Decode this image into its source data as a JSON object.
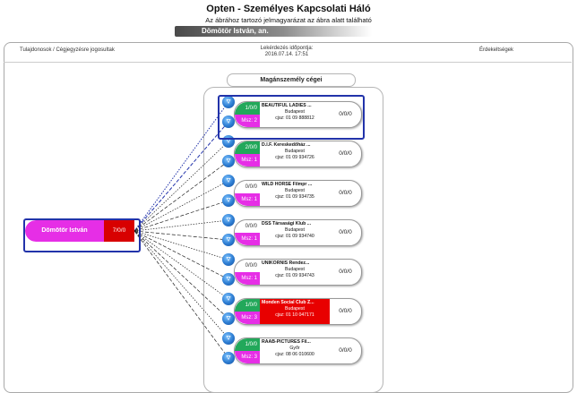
{
  "header": {
    "title": "Opten - Személyes Kapcsolati Háló",
    "subtitle": "Az ábrához tartozó jelmagyarázat az ábra alatt található",
    "person": "Dömötör István, an."
  },
  "columns": {
    "left": "Tulajdonosok / Cégjegyzésre jogosultak",
    "mid_label": "Lekérdezés időpontja:",
    "mid_date": "2016.07.14. 17:51",
    "right": "Érdekeltségek"
  },
  "companies_column_title": "Magánszemély cégei",
  "person_node": {
    "name": "Dömötör István",
    "code": "7/0/0"
  },
  "colors": {
    "green": "#22a85a",
    "magenta": "#e62ee6",
    "red": "#d80000",
    "selection": "#2233aa"
  },
  "companies": [
    {
      "own": "1/0/0",
      "msz": "Msz: 2",
      "name": "BEAUTIFUL LADIES ...",
      "city": "Budapest",
      "reg": "cjsz: 01 09 888812",
      "ratio": "0/0/0",
      "green": true,
      "red": false
    },
    {
      "own": "2/0/0",
      "msz": "Msz: 1",
      "name": "D.I.F. Kereskedőház ...",
      "city": "Budapest",
      "reg": "cjsz: 01 09 934726",
      "ratio": "0/0/0",
      "green": true,
      "red": false
    },
    {
      "own": "0/0/0",
      "msz": "Msz: 1",
      "name": "WILD HORSE Filmpr ...",
      "city": "Budapest",
      "reg": "cjsz: 01 09 934735",
      "ratio": "0/0/0",
      "green": false,
      "red": false
    },
    {
      "own": "0/0/0",
      "msz": "Msz: 1",
      "name": "DSS Társasági Klub ...",
      "city": "Budapest",
      "reg": "cjsz: 01 09 934740",
      "ratio": "0/0/0",
      "green": false,
      "red": false
    },
    {
      "own": "0/0/0",
      "msz": "Msz: 1",
      "name": "UNIKORNIS Rendez...",
      "city": "Budapest",
      "reg": "cjsz: 01 09 934743",
      "ratio": "0/0/0",
      "green": false,
      "red": false
    },
    {
      "own": "1/0/0",
      "msz": "Msz: 3",
      "name": "Monden Social Club Z...",
      "city": "Budapest",
      "reg": "cjsz: 01 10 047171",
      "ratio": "0/0/0",
      "green": true,
      "red": true
    },
    {
      "own": "1/0/0",
      "msz": "Msz: 3",
      "name": "RAAB-PICTURES Fil...",
      "city": "Győr",
      "reg": "cjsz: 08 06 010600",
      "ratio": "0/0/0",
      "green": true,
      "red": false
    }
  ]
}
